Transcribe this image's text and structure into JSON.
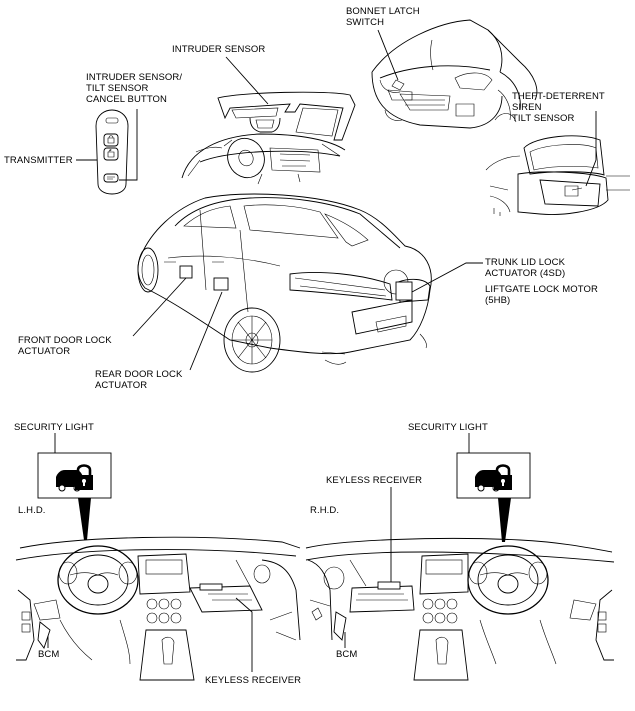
{
  "labels": {
    "bonnet_latch_switch": "BONNET LATCH\nSWITCH",
    "intruder_sensor": "INTRUDER SENSOR",
    "intruder_tilt_cancel": "INTRUDER SENSOR/\nTILT SENSOR\nCANCEL BUTTON",
    "theft_siren_tilt": "THEFT-DETERRENT\nSIREN\nTILT SENSOR",
    "transmitter": "TRANSMITTER",
    "trunk_lid_lock": "TRUNK LID LOCK\nACTUATOR (4SD)",
    "liftgate_lock": "LIFTGATE LOCK MOTOR\n(5HB)",
    "front_door_lock": "FRONT DOOR LOCK\nACTUATOR",
    "rear_door_lock": "REAR DOOR LOCK\nACTUATOR",
    "security_light_lhd": "SECURITY LIGHT",
    "security_light_rhd": "SECURITY LIGHT",
    "keyless_receiver_rhd": "KEYLESS RECEIVER",
    "keyless_receiver_lhd": "KEYLESS RECEIVER",
    "lhd": "L.H.D.",
    "rhd": "R.H.D.",
    "bcm_lhd": "BCM",
    "bcm_rhd": "BCM"
  },
  "icons": {
    "security_light": "car-padlock-icon"
  }
}
